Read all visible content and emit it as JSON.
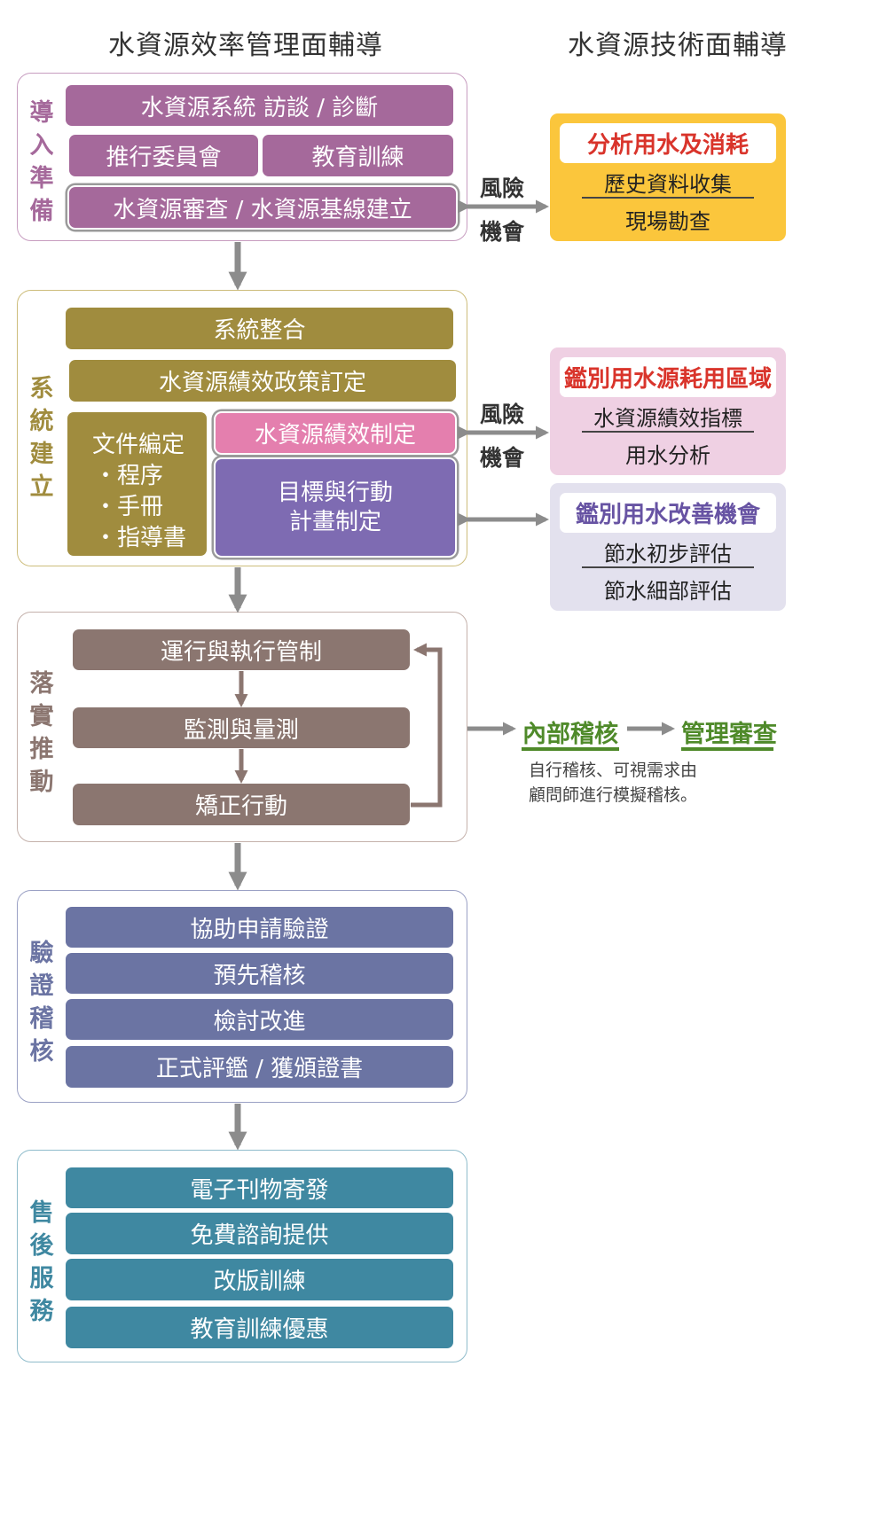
{
  "columns": {
    "left_title": "水資源效率管理面輔導",
    "right_title": "水資源技術面輔導"
  },
  "colors": {
    "stage1": "#a5699b",
    "stage2": "#a08c3e",
    "stage2_pink": "#e47fae",
    "stage2_purple": "#7e6bb2",
    "stage3": "#8b7670",
    "stage4": "#6b74a3",
    "stage5": "#3f88a1",
    "arrow": "#8c8c8c",
    "audit_green": "#4f8a2a"
  },
  "stages": [
    {
      "label": "導入準備",
      "boxes": [
        "水資源系統  訪談 / 診斷",
        "推行委員會",
        "教育訓練",
        "水資源審查 / 水資源基線建立"
      ]
    },
    {
      "label": "系統建立",
      "boxes": [
        "系統整合",
        "水資源績效政策訂定",
        "水資源績效制定",
        "目標與行動",
        "計畫制定"
      ],
      "docs": {
        "title": "文件編定",
        "items": [
          "・程序",
          "・手冊",
          "・指導書"
        ]
      }
    },
    {
      "label": "落實推動",
      "boxes": [
        "運行與執行管制",
        "監測與量測",
        "矯正行動"
      ]
    },
    {
      "label": "驗證稽核",
      "boxes": [
        "協助申請驗證",
        "預先稽核",
        "檢討改進",
        "正式評鑑 / 獲頒證書"
      ]
    },
    {
      "label": "售後服務",
      "boxes": [
        "電子刊物寄發",
        "免費諮詢提供",
        "改版訓練",
        "教育訓練優惠"
      ]
    }
  ],
  "risk_opportunity": {
    "risk": "風險",
    "opportunity": "機會"
  },
  "tech_cards": [
    {
      "title": "分析用水及消耗",
      "items": [
        "歷史資料收集",
        "現場勘查"
      ],
      "bg": "#fbc63c",
      "title_color": "#d9342b"
    },
    {
      "title": "鑑別用水源耗用區域",
      "items": [
        "水資源績效指標",
        "用水分析"
      ],
      "bg": "#efd0e3",
      "title_color": "#d9342b"
    },
    {
      "title": "鑑別用水改善機會",
      "items": [
        "節水初步評估",
        "節水細部評估"
      ],
      "bg": "#e3e1ee",
      "title_color": "#6753a3"
    }
  ],
  "audit": {
    "internal": "內部稽核",
    "management": "管理審查",
    "note_lines": [
      "自行稽核、可視需求由",
      "顧問師進行模擬稽核。"
    ]
  }
}
